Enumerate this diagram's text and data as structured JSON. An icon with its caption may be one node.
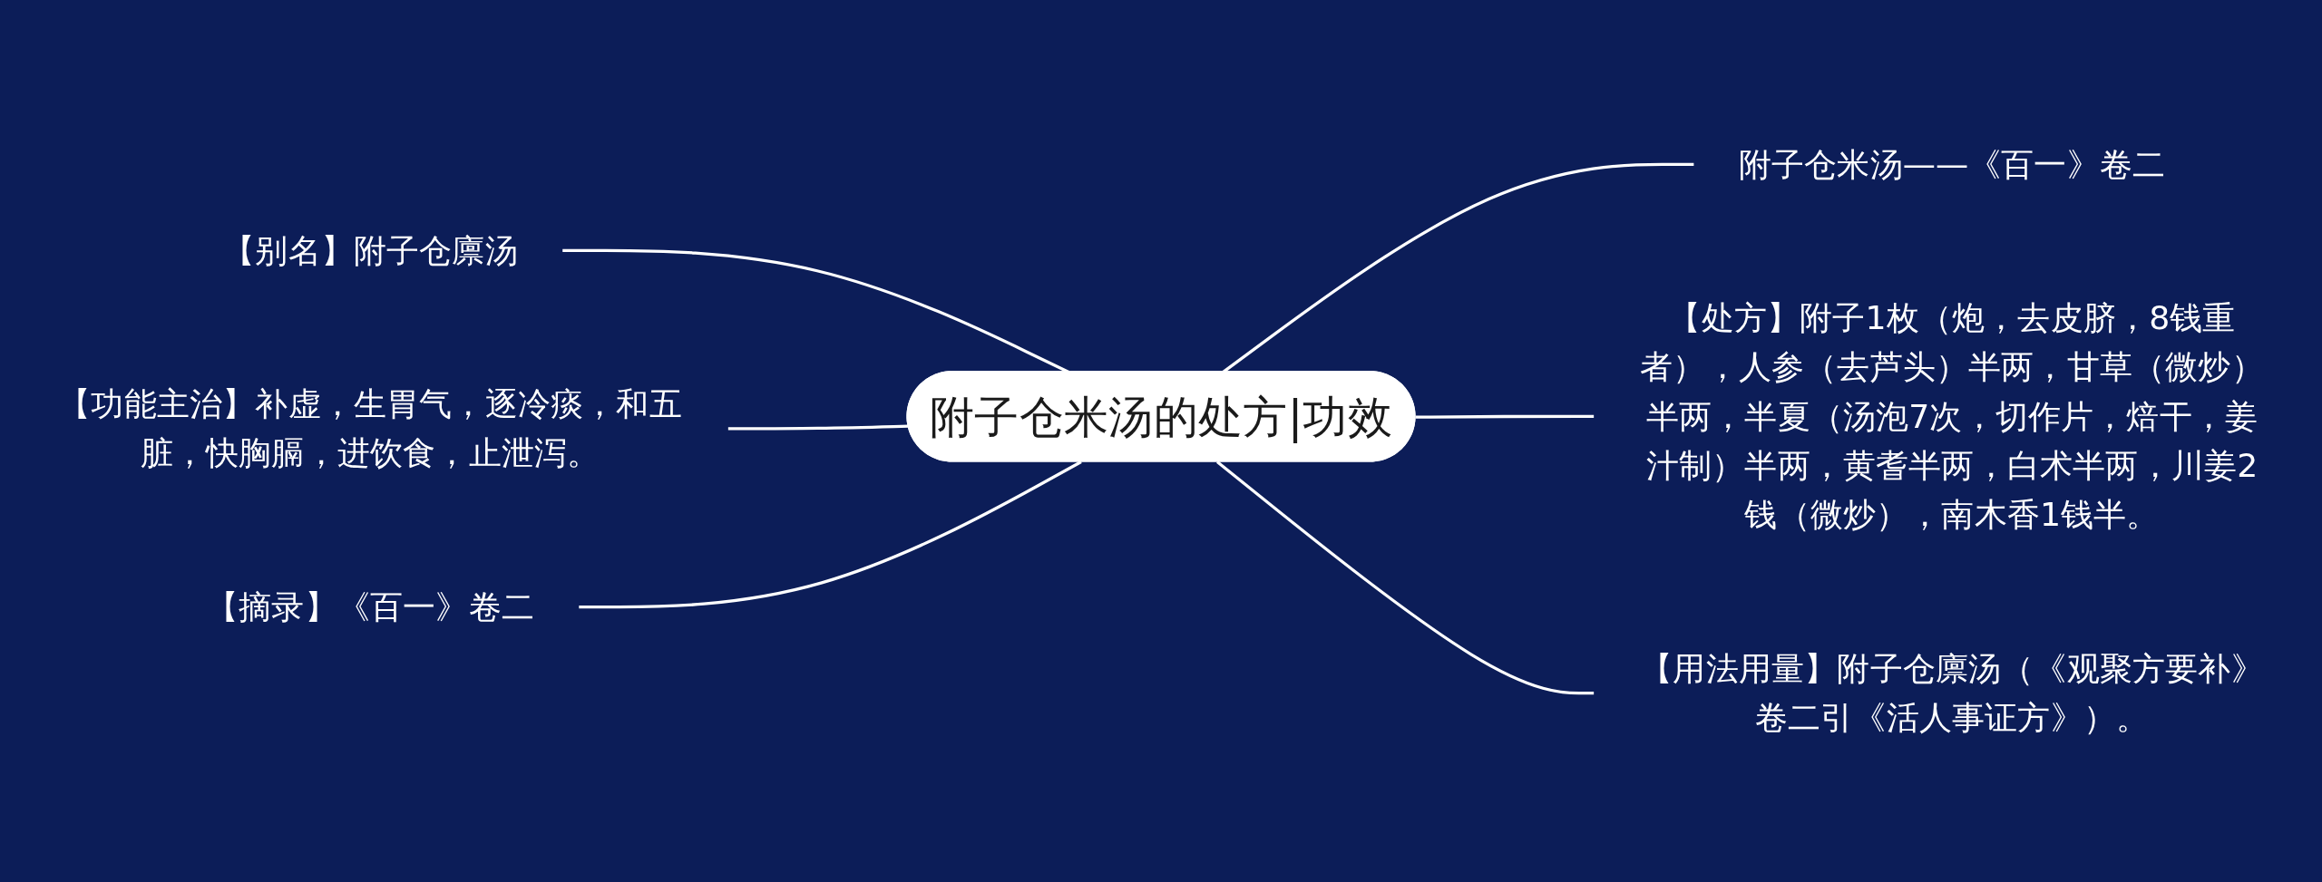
{
  "diagram": {
    "nodes": [
      {
        "text": [
          "附子仓米汤的处方|功效"
        ]
      },
      {
        "text": [
          "附子仓米汤——《百一》卷二"
        ]
      },
      {
        "text": [
          "【处方】附子1枚（炮，去皮脐，8钱重者），人参（去芦头）半两，甘草（微炒）半两，半夏（汤泡7次，切作片，焙干，姜汁制）半两，黄耆半两，白术半两，川姜2钱（微炒），南木香1钱半。"
        ]
      },
      {
        "text": [
          "【用法用量】附子仓廪汤（《观聚方要补》卷二引《活人事证方》）。"
        ]
      },
      {
        "text": [
          "【别名】附子仓廪汤"
        ]
      },
      {
        "text": [
          "【功能主治】补虚，生胃气，逐冷痰，和五脏，快胸膈，进饮食，止泄泻。"
        ]
      },
      {
        "text": [
          "【摘录】《百一》卷二"
        ]
      }
    ],
    "edges": [
      {
        "from": 0,
        "to": 1,
        "arrow": "none"
      },
      {
        "from": 0,
        "to": 2,
        "arrow": "none"
      },
      {
        "from": 0,
        "to": 3,
        "arrow": "none"
      },
      {
        "from": 0,
        "to": 4,
        "arrow": "none"
      },
      {
        "from": 0,
        "to": 5,
        "arrow": "none"
      },
      {
        "from": 0,
        "to": 6,
        "arrow": "none"
      }
    ]
  }
}
